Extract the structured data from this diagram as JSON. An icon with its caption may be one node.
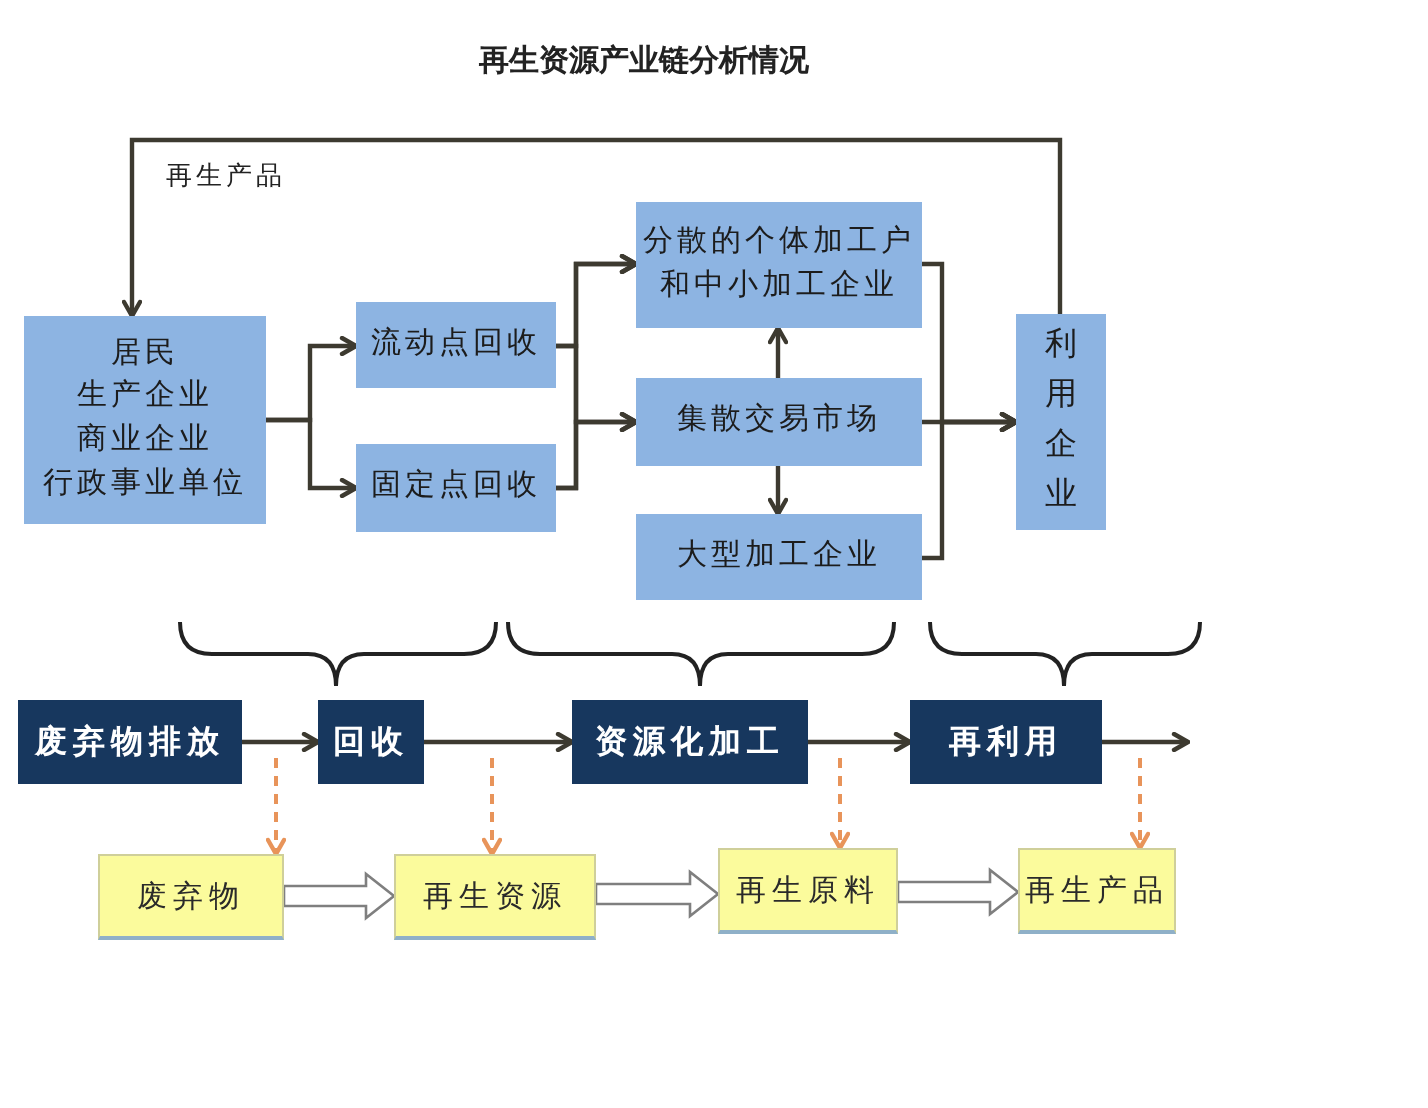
{
  "diagram": {
    "title": "再生资源产业链分析情况",
    "nodes": [
      {
        "text": [
          "居民",
          "生产企业",
          "商业企业",
          "行政事业单位"
        ]
      },
      {
        "text": [
          "流动点回收"
        ]
      },
      {
        "text": [
          "固定点回收"
        ]
      },
      {
        "text": [
          "分散的个体加工户和中小加工企业"
        ]
      },
      {
        "text": [
          "集散交易市场"
        ]
      },
      {
        "text": [
          "大型加工企业"
        ]
      },
      {
        "text": [
          "利用企业"
        ]
      },
      {
        "text": [
          "废弃物排放"
        ]
      },
      {
        "text": [
          "回收"
        ]
      },
      {
        "text": [
          "资源化加工"
        ]
      },
      {
        "text": [
          "再利用"
        ]
      },
      {
        "text": [
          "废弃物"
        ]
      },
      {
        "text": [
          "再生资源"
        ]
      },
      {
        "text": [
          "再生原料"
        ]
      },
      {
        "text": [
          "再生产品"
        ]
      }
    ],
    "edges": [
      {
        "from": 0,
        "to": 1,
        "arrow": "to"
      },
      {
        "from": 0,
        "to": 2,
        "arrow": "to"
      },
      {
        "from": 1,
        "to": 3,
        "arrow": "to"
      },
      {
        "from": 1,
        "to": 4,
        "arrow": "to"
      },
      {
        "from": 2,
        "to": 3,
        "arrow": "to"
      },
      {
        "from": 2,
        "to": 4,
        "arrow": "to"
      },
      {
        "from": 4,
        "to": 3,
        "arrow": "to"
      },
      {
        "from": 4,
        "to": 5,
        "arrow": "to"
      },
      {
        "from": 3,
        "to": 6,
        "arrow": "to"
      },
      {
        "from": 4,
        "to": 6,
        "arrow": "to"
      },
      {
        "from": 5,
        "to": 6,
        "arrow": "to"
      },
      {
        "from": 6,
        "to": 0,
        "arrow": "to",
        "label": "再生产品"
      },
      {
        "from": 7,
        "to": 8,
        "arrow": "to"
      },
      {
        "from": 8,
        "to": 9,
        "arrow": "to"
      },
      {
        "from": 9,
        "to": 10,
        "arrow": "to"
      },
      {
        "from": 10,
        "to": null,
        "arrow": "to"
      },
      {
        "from": null,
        "to": 11,
        "arrow": "to",
        "style": "dashed",
        "color": "#e8945a"
      },
      {
        "from": null,
        "to": 12,
        "arrow": "to",
        "style": "dashed",
        "color": "#e8945a"
      },
      {
        "from": null,
        "to": 13,
        "arrow": "to",
        "style": "dashed",
        "color": "#e8945a"
      },
      {
        "from": null,
        "to": 14,
        "arrow": "to",
        "style": "dashed",
        "color": "#e8945a"
      },
      {
        "from": 11,
        "to": 12,
        "arrow": "to",
        "style": "thick",
        "color": "#7f7f7f"
      },
      {
        "from": 12,
        "to": 13,
        "arrow": "to",
        "style": "thick",
        "color": "#7f7f7f"
      },
      {
        "from": 13,
        "to": 14,
        "arrow": "to",
        "style": "thick",
        "color": "#7f7f7f"
      }
    ]
  }
}
